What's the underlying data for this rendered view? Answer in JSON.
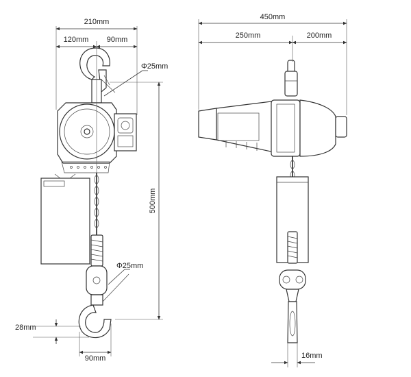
{
  "dimensions": {
    "front_total_width": "210mm",
    "front_left_width": "120mm",
    "front_right_width": "90mm",
    "top_hook_diameter": "Φ25mm",
    "total_height": "500mm",
    "bottom_hook_diameter": "Φ25mm",
    "hook_opening_height": "28mm",
    "hook_width": "90mm",
    "side_total_width": "450mm",
    "side_left_width": "250mm",
    "side_right_width": "200mm",
    "chain_width": "16mm"
  },
  "colors": {
    "line": "#333333",
    "text": "#222222",
    "background": "#ffffff"
  }
}
